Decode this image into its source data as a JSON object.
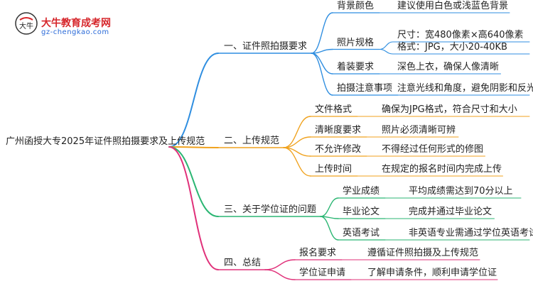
{
  "logo": {
    "name": "大牛教育成考网",
    "url": "gz-chengkao.com",
    "mark_text": "大牛"
  },
  "root": "广州函授大专2025年证件照拍摄要求及上传规范",
  "branches": [
    {
      "label": "一、证件照拍摄要求",
      "color": "#2f8ee0",
      "children": [
        {
          "label": "背景颜色",
          "details": [
            "建议使用白色或浅蓝色背景"
          ]
        },
        {
          "label": "照片规格",
          "details": [
            "尺寸：宽480像素×高640像素",
            "格式：JPG，大小20-40KB"
          ]
        },
        {
          "label": "着装要求",
          "details": [
            "深色上衣，确保人像清晰"
          ]
        },
        {
          "label": "拍摄注意事项",
          "details": [
            "注意光线和角度，避免阴影和反光"
          ]
        }
      ]
    },
    {
      "label": "二、上传规范",
      "color": "#f0a21e",
      "children": [
        {
          "label": "文件格式",
          "details": [
            "确保为JPG格式，符合尺寸和大小"
          ]
        },
        {
          "label": "清晰度要求",
          "details": [
            "照片必须清晰可辨"
          ]
        },
        {
          "label": "不允许修改",
          "details": [
            "不得经过任何形式的修图"
          ]
        },
        {
          "label": "上传时间",
          "details": [
            "在规定的报名时间内完成上传"
          ]
        }
      ]
    },
    {
      "label": "三、关于学位证的问题",
      "color": "#2bb673",
      "children": [
        {
          "label": "学业成绩",
          "details": [
            "平均成绩需达到70分以上"
          ]
        },
        {
          "label": "毕业论文",
          "details": [
            "完成并通过毕业论文"
          ]
        },
        {
          "label": "英语考试",
          "details": [
            "非英语专业需通过学位英语考试"
          ]
        }
      ]
    },
    {
      "label": "四、总结",
      "color": "#e0317a",
      "children": [
        {
          "label": "报名要求",
          "details": [
            "遵循证件照拍摄及上传规范"
          ]
        },
        {
          "label": "学位证申请",
          "details": [
            "了解申请条件，顺利申请学位证"
          ]
        }
      ]
    }
  ]
}
